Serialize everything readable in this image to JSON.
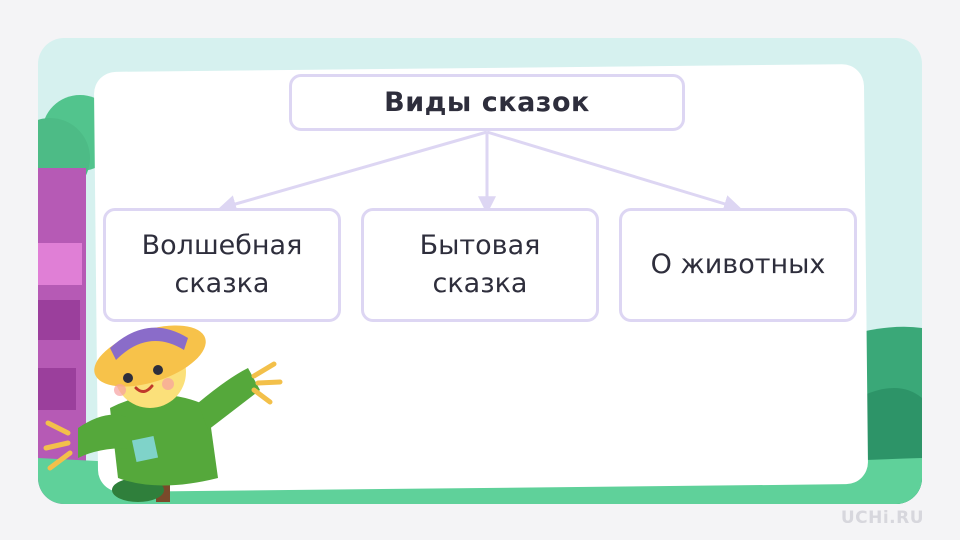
{
  "diagram": {
    "title": "Виды сказок",
    "children": [
      {
        "label": "Волшебная\nсказка"
      },
      {
        "label": "Бытовая\nсказка"
      },
      {
        "label": "О животных"
      }
    ]
  },
  "brand": {
    "logo_text": "UCHi.RU"
  },
  "colors": {
    "node_border": "#ddd6f3",
    "connector": "#ddd6f3",
    "text": "#2e2e3c",
    "grass": "#5fd19a",
    "house": "#b65ab5",
    "scarecrow_coat": "#55a83b",
    "scarecrow_hat": "#f7c24a"
  }
}
